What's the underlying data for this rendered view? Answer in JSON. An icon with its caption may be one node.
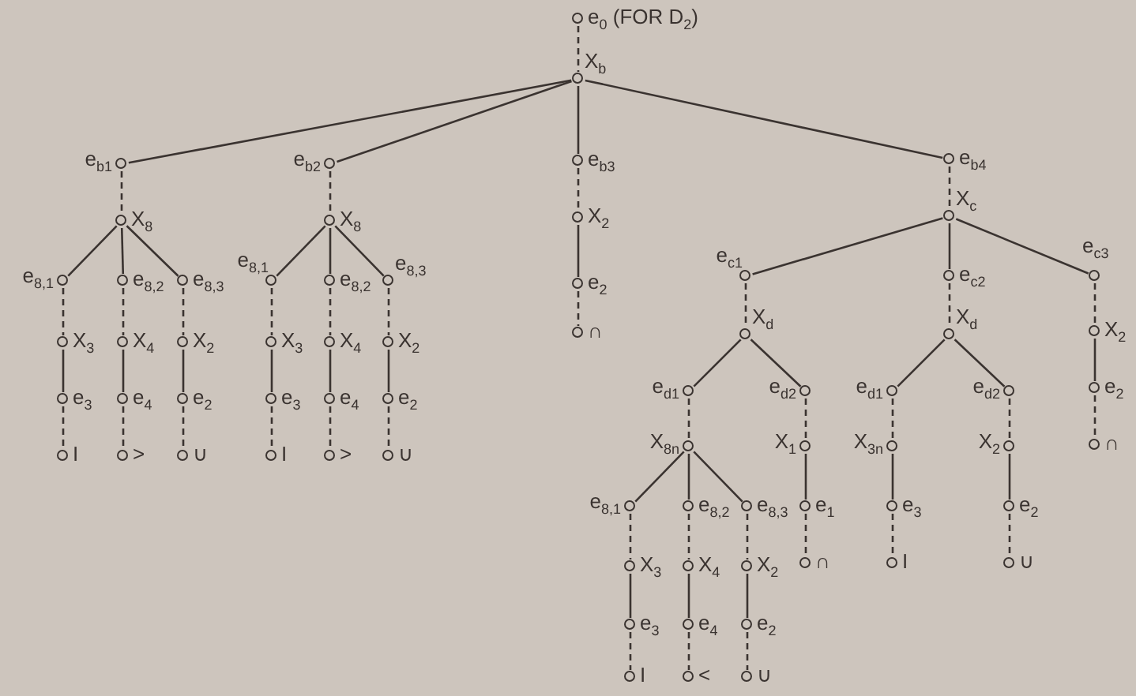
{
  "diagram": {
    "nodes": [
      {
        "text": [
          "e$_{0}$ (FOR D$_{2}$)"
        ]
      },
      {
        "text": [
          "X$_{b}$"
        ]
      },
      {
        "text": [
          "e$_{b1}$"
        ]
      },
      {
        "text": [
          "X$_{8}$"
        ]
      },
      {
        "text": [
          "e$_{8,1}$"
        ]
      },
      {
        "text": [
          "X$_{3}$"
        ]
      },
      {
        "text": [
          "e$_{3}$"
        ]
      },
      {
        "text": [
          "I"
        ]
      },
      {
        "text": [
          "e$_{8,2}$"
        ]
      },
      {
        "text": [
          "X$_{4}$"
        ]
      },
      {
        "text": [
          "e$_{4}$"
        ]
      },
      {
        "text": [
          ">"
        ]
      },
      {
        "text": [
          "e$_{8,3}$"
        ]
      },
      {
        "text": [
          "X$_{2}$"
        ]
      },
      {
        "text": [
          "e$_{2}$"
        ]
      },
      {
        "text": [
          "∪"
        ]
      },
      {
        "text": [
          "e$_{b2}$"
        ]
      },
      {
        "text": [
          "X$_{8}$"
        ]
      },
      {
        "text": [
          "e$_{8,1}$"
        ]
      },
      {
        "text": [
          "X$_{3}$"
        ]
      },
      {
        "text": [
          "e$_{3}$"
        ]
      },
      {
        "text": [
          "I"
        ]
      },
      {
        "text": [
          "e$_{8,2}$"
        ]
      },
      {
        "text": [
          "X$_{4}$"
        ]
      },
      {
        "text": [
          "e$_{4}$"
        ]
      },
      {
        "text": [
          ">"
        ]
      },
      {
        "text": [
          "e$_{8,3}$"
        ]
      },
      {
        "text": [
          "X$_{2}$"
        ]
      },
      {
        "text": [
          "e$_{2}$"
        ]
      },
      {
        "text": [
          "∪"
        ]
      },
      {
        "text": [
          "e$_{b3}$"
        ]
      },
      {
        "text": [
          "X$_{2}$"
        ]
      },
      {
        "text": [
          "e$_{2}$"
        ]
      },
      {
        "text": [
          "∩"
        ]
      },
      {
        "text": [
          "e$_{b4}$"
        ]
      },
      {
        "text": [
          "X$_{c}$"
        ]
      },
      {
        "text": [
          "e$_{c1}$"
        ]
      },
      {
        "text": [
          "X$_{d}$"
        ]
      },
      {
        "text": [
          "e$_{d1}$"
        ]
      },
      {
        "text": [
          "X$_{8n}$"
        ]
      },
      {
        "text": [
          "e$_{8,1}$"
        ]
      },
      {
        "text": [
          "X$_{3}$"
        ]
      },
      {
        "text": [
          "e$_{3}$"
        ]
      },
      {
        "text": [
          "I"
        ]
      },
      {
        "text": [
          "e$_{8,2}$"
        ]
      },
      {
        "text": [
          "X$_{4}$"
        ]
      },
      {
        "text": [
          "e$_{4}$"
        ]
      },
      {
        "text": [
          "<"
        ]
      },
      {
        "text": [
          "e$_{8,3}$"
        ]
      },
      {
        "text": [
          "X$_{2}$"
        ]
      },
      {
        "text": [
          "e$_{2}$"
        ]
      },
      {
        "text": [
          "∪"
        ]
      },
      {
        "text": [
          "e$_{d2}$"
        ]
      },
      {
        "text": [
          "X$_{1}$"
        ]
      },
      {
        "text": [
          "e$_{1}$"
        ]
      },
      {
        "text": [
          "∩"
        ]
      },
      {
        "text": [
          "e$_{c2}$"
        ]
      },
      {
        "text": [
          "X$_{d}$"
        ]
      },
      {
        "text": [
          "e$_{d1}$"
        ]
      },
      {
        "text": [
          "X$_{3n}$"
        ]
      },
      {
        "text": [
          "e$_{3}$"
        ]
      },
      {
        "text": [
          "I"
        ]
      },
      {
        "text": [
          "e$_{d2}$"
        ]
      },
      {
        "text": [
          "X$_{2}$"
        ]
      },
      {
        "text": [
          "e$_{2}$"
        ]
      },
      {
        "text": [
          "∪"
        ]
      },
      {
        "text": [
          "e$_{c3}$"
        ]
      },
      {
        "text": [
          "X$_{2}$"
        ]
      },
      {
        "text": [
          "e$_{2}$"
        ]
      },
      {
        "text": [
          "∩"
        ]
      }
    ],
    "edges": [
      {
        "from": 0,
        "to": 1,
        "arrow": "none",
        "style": "dashed"
      },
      {
        "from": 1,
        "to": 2,
        "arrow": "none"
      },
      {
        "from": 1,
        "to": 16,
        "arrow": "none"
      },
      {
        "from": 1,
        "to": 30,
        "arrow": "none"
      },
      {
        "from": 1,
        "to": 34,
        "arrow": "none"
      },
      {
        "from": 2,
        "to": 3,
        "arrow": "none",
        "style": "dashed"
      },
      {
        "from": 3,
        "to": 4,
        "arrow": "none"
      },
      {
        "from": 3,
        "to": 8,
        "arrow": "none"
      },
      {
        "from": 3,
        "to": 12,
        "arrow": "none"
      },
      {
        "from": 4,
        "to": 5,
        "arrow": "none",
        "style": "dashed"
      },
      {
        "from": 5,
        "to": 6,
        "arrow": "none"
      },
      {
        "from": 6,
        "to": 7,
        "arrow": "none",
        "style": "dashed"
      },
      {
        "from": 8,
        "to": 9,
        "arrow": "none",
        "style": "dashed"
      },
      {
        "from": 9,
        "to": 10,
        "arrow": "none"
      },
      {
        "from": 10,
        "to": 11,
        "arrow": "none",
        "style": "dashed"
      },
      {
        "from": 12,
        "to": 13,
        "arrow": "none",
        "style": "dashed"
      },
      {
        "from": 13,
        "to": 14,
        "arrow": "none"
      },
      {
        "from": 14,
        "to": 15,
        "arrow": "none",
        "style": "dashed"
      },
      {
        "from": 16,
        "to": 17,
        "arrow": "none",
        "style": "dashed"
      },
      {
        "from": 17,
        "to": 18,
        "arrow": "none"
      },
      {
        "from": 17,
        "to": 22,
        "arrow": "none"
      },
      {
        "from": 17,
        "to": 26,
        "arrow": "none"
      },
      {
        "from": 18,
        "to": 19,
        "arrow": "none",
        "style": "dashed"
      },
      {
        "from": 19,
        "to": 20,
        "arrow": "none"
      },
      {
        "from": 20,
        "to": 21,
        "arrow": "none",
        "style": "dashed"
      },
      {
        "from": 22,
        "to": 23,
        "arrow": "none",
        "style": "dashed"
      },
      {
        "from": 23,
        "to": 24,
        "arrow": "none"
      },
      {
        "from": 24,
        "to": 25,
        "arrow": "none",
        "style": "dashed"
      },
      {
        "from": 26,
        "to": 27,
        "arrow": "none",
        "style": "dashed"
      },
      {
        "from": 27,
        "to": 28,
        "arrow": "none"
      },
      {
        "from": 28,
        "to": 29,
        "arrow": "none",
        "style": "dashed"
      },
      {
        "from": 30,
        "to": 31,
        "arrow": "none",
        "style": "dashed"
      },
      {
        "from": 31,
        "to": 32,
        "arrow": "none"
      },
      {
        "from": 32,
        "to": 33,
        "arrow": "none",
        "style": "dashed"
      },
      {
        "from": 34,
        "to": 35,
        "arrow": "none",
        "style": "dashed"
      },
      {
        "from": 35,
        "to": 36,
        "arrow": "none"
      },
      {
        "from": 35,
        "to": 56,
        "arrow": "none"
      },
      {
        "from": 35,
        "to": 66,
        "arrow": "none"
      },
      {
        "from": 36,
        "to": 37,
        "arrow": "none",
        "style": "dashed"
      },
      {
        "from": 37,
        "to": 38,
        "arrow": "none"
      },
      {
        "from": 37,
        "to": 52,
        "arrow": "none"
      },
      {
        "from": 38,
        "to": 39,
        "arrow": "none",
        "style": "dashed"
      },
      {
        "from": 39,
        "to": 40,
        "arrow": "none"
      },
      {
        "from": 39,
        "to": 44,
        "arrow": "none"
      },
      {
        "from": 39,
        "to": 48,
        "arrow": "none"
      },
      {
        "from": 40,
        "to": 41,
        "arrow": "none",
        "style": "dashed"
      },
      {
        "from": 41,
        "to": 42,
        "arrow": "none"
      },
      {
        "from": 42,
        "to": 43,
        "arrow": "none",
        "style": "dashed"
      },
      {
        "from": 44,
        "to": 45,
        "arrow": "none",
        "style": "dashed"
      },
      {
        "from": 45,
        "to": 46,
        "arrow": "none"
      },
      {
        "from": 46,
        "to": 47,
        "arrow": "none",
        "style": "dashed"
      },
      {
        "from": 48,
        "to": 49,
        "arrow": "none",
        "style": "dashed"
      },
      {
        "from": 49,
        "to": 50,
        "arrow": "none"
      },
      {
        "from": 50,
        "to": 51,
        "arrow": "none",
        "style": "dashed"
      },
      {
        "from": 52,
        "to": 53,
        "arrow": "none",
        "style": "dashed"
      },
      {
        "from": 53,
        "to": 54,
        "arrow": "none"
      },
      {
        "from": 54,
        "to": 55,
        "arrow": "none",
        "style": "dashed"
      },
      {
        "from": 56,
        "to": 57,
        "arrow": "none",
        "style": "dashed"
      },
      {
        "from": 57,
        "to": 58,
        "arrow": "none"
      },
      {
        "from": 57,
        "to": 62,
        "arrow": "none"
      },
      {
        "from": 58,
        "to": 59,
        "arrow": "none",
        "style": "dashed"
      },
      {
        "from": 59,
        "to": 60,
        "arrow": "none"
      },
      {
        "from": 60,
        "to": 61,
        "arrow": "none",
        "style": "dashed"
      },
      {
        "from": 62,
        "to": 63,
        "arrow": "none",
        "style": "dashed"
      },
      {
        "from": 63,
        "to": 64,
        "arrow": "none"
      },
      {
        "from": 64,
        "to": 65,
        "arrow": "none",
        "style": "dashed"
      },
      {
        "from": 66,
        "to": 67,
        "arrow": "none",
        "style": "dashed"
      },
      {
        "from": 67,
        "to": 68,
        "arrow": "none"
      },
      {
        "from": 68,
        "to": 69,
        "arrow": "none",
        "style": "dashed"
      }
    ]
  }
}
